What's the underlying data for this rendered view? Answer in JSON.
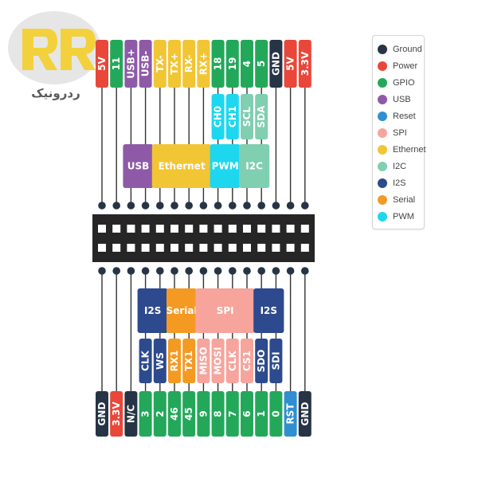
{
  "brand": {
    "logo_text": "ردرونیک",
    "logo_name": "rr-logo"
  },
  "colors": {
    "ground": "#263445",
    "power": "#e8473a",
    "gpio": "#23a85a",
    "usb": "#8e5aa8",
    "reset": "#2f8fd1",
    "spi": "#f6a49c",
    "ethernet": "#f2c535",
    "i2c": "#7fcfb0",
    "i2s": "#2e4a8e",
    "serial": "#f49a23",
    "pwm": "#1dd7ef",
    "connector": "#262626",
    "hole": "#ffffff",
    "line": "#333333"
  },
  "legend": [
    {
      "label": "Ground",
      "type": "ground"
    },
    {
      "label": "Power",
      "type": "power"
    },
    {
      "label": "GPIO",
      "type": "gpio"
    },
    {
      "label": "USB",
      "type": "usb"
    },
    {
      "label": "Reset",
      "type": "reset"
    },
    {
      "label": "SPI",
      "type": "spi"
    },
    {
      "label": "Ethernet",
      "type": "ethernet"
    },
    {
      "label": "I2C",
      "type": "i2c"
    },
    {
      "label": "I2S",
      "type": "i2s"
    },
    {
      "label": "Serial",
      "type": "serial"
    },
    {
      "label": "PWM",
      "type": "pwm"
    }
  ],
  "top_pins": [
    {
      "label": "5V",
      "type": "power"
    },
    {
      "label": "11",
      "type": "gpio"
    },
    {
      "label": "USB+",
      "type": "usb"
    },
    {
      "label": "USB-",
      "type": "usb"
    },
    {
      "label": "TX-",
      "type": "ethernet"
    },
    {
      "label": "TX+",
      "type": "ethernet"
    },
    {
      "label": "RX-",
      "type": "ethernet"
    },
    {
      "label": "RX+",
      "type": "ethernet"
    },
    {
      "label": "18",
      "type": "gpio"
    },
    {
      "label": "19",
      "type": "gpio"
    },
    {
      "label": "4",
      "type": "gpio"
    },
    {
      "label": "5",
      "type": "gpio"
    },
    {
      "label": "GND",
      "type": "ground"
    },
    {
      "label": "5V",
      "type": "power"
    },
    {
      "label": "3.3V",
      "type": "power"
    }
  ],
  "top_subpins": [
    {
      "label": "CH0",
      "type": "pwm",
      "col": 8
    },
    {
      "label": "CH1",
      "type": "pwm",
      "col": 9
    },
    {
      "label": "SCL",
      "type": "i2c",
      "col": 10
    },
    {
      "label": "SDA",
      "type": "i2c",
      "col": 11
    }
  ],
  "top_groups": [
    {
      "label": "USB",
      "type": "usb",
      "from": 2,
      "to": 3
    },
    {
      "label": "Ethernet",
      "type": "ethernet",
      "from": 4,
      "to": 7
    },
    {
      "label": "PWM",
      "type": "pwm",
      "from": 8,
      "to": 9
    },
    {
      "label": "I2C",
      "type": "i2c",
      "from": 10,
      "to": 11
    }
  ],
  "bottom_pins": [
    {
      "label": "GND",
      "type": "ground"
    },
    {
      "label": "3.3V",
      "type": "power"
    },
    {
      "label": "N/C",
      "type": "ground"
    },
    {
      "label": "3",
      "type": "gpio"
    },
    {
      "label": "2",
      "type": "gpio"
    },
    {
      "label": "46",
      "type": "gpio"
    },
    {
      "label": "45",
      "type": "gpio"
    },
    {
      "label": "9",
      "type": "gpio"
    },
    {
      "label": "8",
      "type": "gpio"
    },
    {
      "label": "7",
      "type": "gpio"
    },
    {
      "label": "6",
      "type": "gpio"
    },
    {
      "label": "1",
      "type": "gpio"
    },
    {
      "label": "0",
      "type": "gpio"
    },
    {
      "label": "RST",
      "type": "reset"
    },
    {
      "label": "GND",
      "type": "ground"
    }
  ],
  "bottom_subpins": [
    {
      "label": "CLK",
      "type": "i2s",
      "col": 3
    },
    {
      "label": "WS",
      "type": "i2s",
      "col": 4
    },
    {
      "label": "RX1",
      "type": "serial",
      "col": 5
    },
    {
      "label": "TX1",
      "type": "serial",
      "col": 6
    },
    {
      "label": "MISO",
      "type": "spi",
      "col": 7
    },
    {
      "label": "MOSI",
      "type": "spi",
      "col": 8
    },
    {
      "label": "CLK",
      "type": "spi",
      "col": 9
    },
    {
      "label": "CS1",
      "type": "spi",
      "col": 10
    },
    {
      "label": "SDO",
      "type": "i2s",
      "col": 11
    },
    {
      "label": "SDI",
      "type": "i2s",
      "col": 12
    }
  ],
  "bottom_groups": [
    {
      "label": "I2S",
      "type": "i2s",
      "from": 3,
      "to": 4
    },
    {
      "label": "Serial",
      "type": "serial",
      "from": 5,
      "to": 6
    },
    {
      "label": "SPI",
      "type": "spi",
      "from": 7,
      "to": 10
    },
    {
      "label": "I2S",
      "type": "i2s",
      "from": 11,
      "to": 12
    }
  ]
}
